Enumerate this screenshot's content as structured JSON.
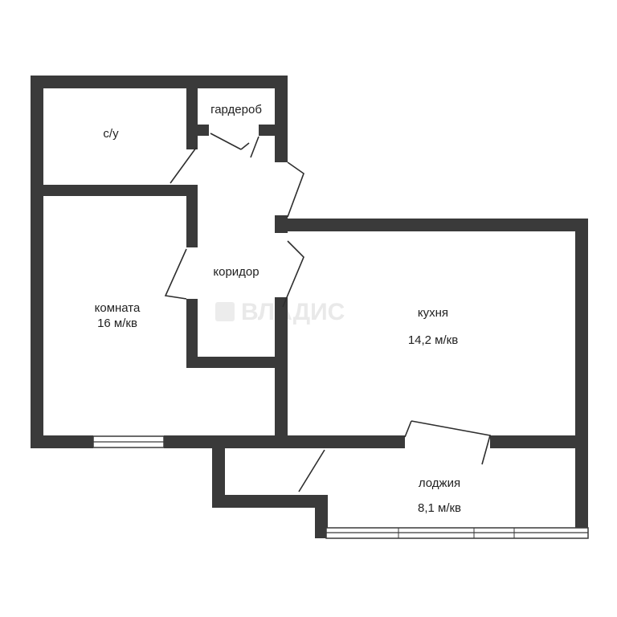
{
  "plan": {
    "rooms": {
      "bathroom": {
        "name": "с/у"
      },
      "wardrobe": {
        "name": "гардероб"
      },
      "corridor": {
        "name": "коридор"
      },
      "room": {
        "name": "комната",
        "area": "16 м/кв"
      },
      "kitchen": {
        "name": "кухня",
        "area": "14,2 м/кв"
      },
      "loggia": {
        "name": "лоджия",
        "area": "8,1 м/кв"
      }
    },
    "watermark": "ВЛАДИС",
    "colors": {
      "wall": "#3a3a3a",
      "background": "#ffffff",
      "watermark": "#ececec"
    }
  }
}
